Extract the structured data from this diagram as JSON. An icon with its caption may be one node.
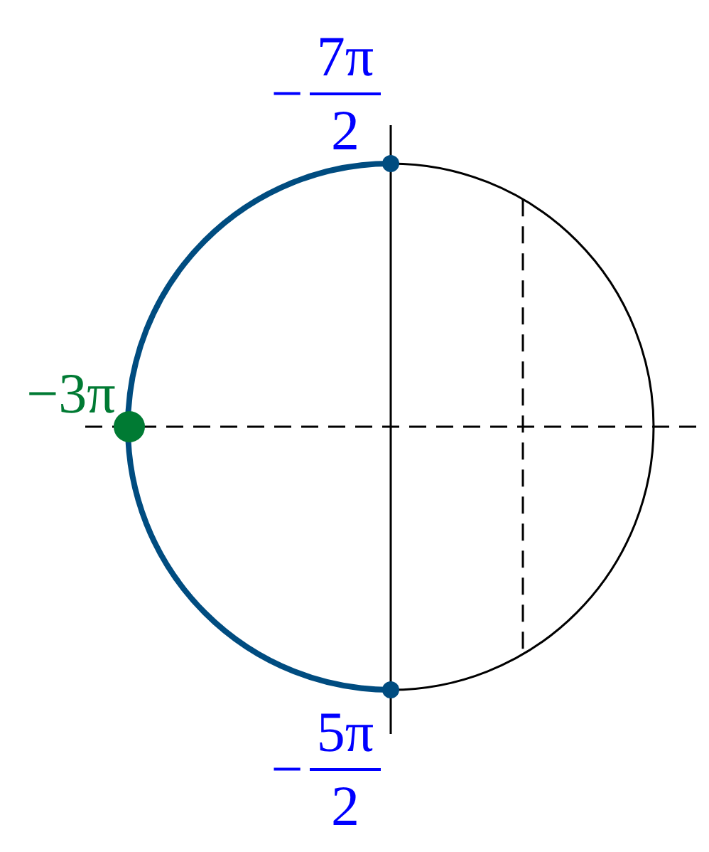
{
  "diagram": {
    "labels": [
      "−",
      "7π",
      "2",
      "−3π",
      "−",
      "5π",
      "2"
    ]
  }
}
